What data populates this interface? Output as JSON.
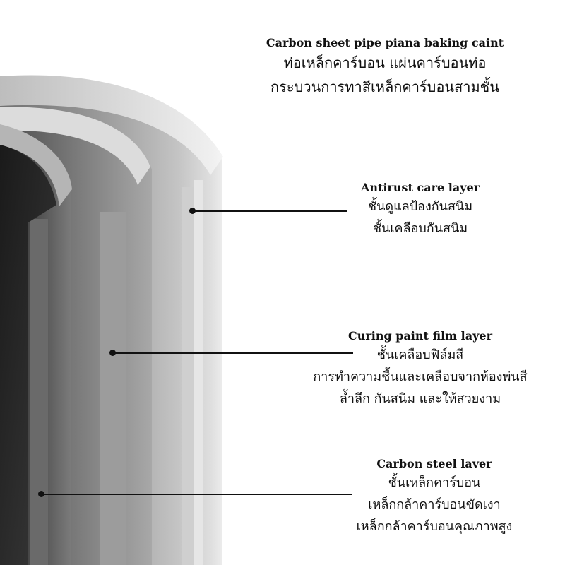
{
  "header": {
    "title_en": "Carbon sheet pipe piana baking caint",
    "title_th_1": "ท่อเหล็กคาร์บอน แผ่นคาร์บอนท่อ",
    "title_th_2": "กระบวนการทาสีเหล็กคาร์บอนสามชั้น"
  },
  "layers": [
    {
      "name_en": "Antirust care layer",
      "lines_th": [
        "ชั้นดูแลป้องกันสนิม",
        "ชั้นเคลือบกันสนิม"
      ]
    },
    {
      "name_en": "Curing paint film layer",
      "lines_th": [
        "ชั้นเคลือบฟิล์มสี",
        "การทำความชื้นและเคลือบจากห้องพ่นสี",
        "ล้ำลึก กันสนิม และให้สวยงาม"
      ]
    },
    {
      "name_en": "Carbon steel laver",
      "lines_th": [
        "ชั้นเหล็กคาร์บอน",
        "เหล็กกล้าคาร์บอนขัดเงา",
        "เหล็กกล้าคาร์บอนคุณภาพสูง"
      ]
    }
  ],
  "colors": {
    "background": "#ffffff",
    "text": "#111111",
    "steel_light": "#e4e4e4",
    "steel_dark": "#3a3a3a"
  }
}
